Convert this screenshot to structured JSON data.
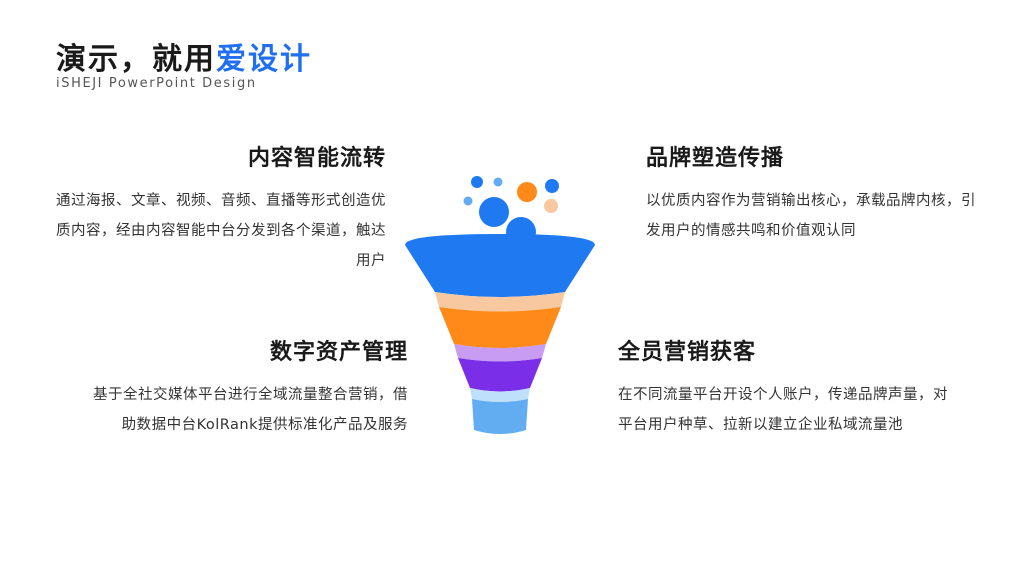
{
  "header": {
    "title_main": "演示，就用",
    "title_accent": "爱设计",
    "subtitle": "iSHEJI PowerPoint Design"
  },
  "sections": [
    {
      "heading": "内容智能流转",
      "body": "通过海报、文章、视频、音频、直播等形式创造优质内容，经由内容智能中台分发到各个渠道，触达用户"
    },
    {
      "heading": "品牌塑造传播",
      "body": "以优质内容作为营销输出核心，承载品牌内核，引发用户的情感共鸣和价值观认同"
    },
    {
      "heading": "数字资产管理",
      "body": "基于全社交媒体平台进行全域流量整合营销，借助数据中台KolRank提供标准化产品及服务"
    },
    {
      "heading": "全员营销获客",
      "body": "在不同流量平台开设个人账户，传递品牌声量，对平台用户种草、拉新以建立企业私域流量池"
    }
  ],
  "colors": {
    "accent": "#1f6ff0",
    "funnel_blue": "#1f7af2",
    "funnel_peach": "#f8c9a0",
    "funnel_orange": "#ff8a1a",
    "funnel_lilac": "#c79cf2",
    "funnel_purple": "#7a2ee8",
    "funnel_light_blue": "#bfe0fb",
    "funnel_sky": "#62adf2"
  }
}
